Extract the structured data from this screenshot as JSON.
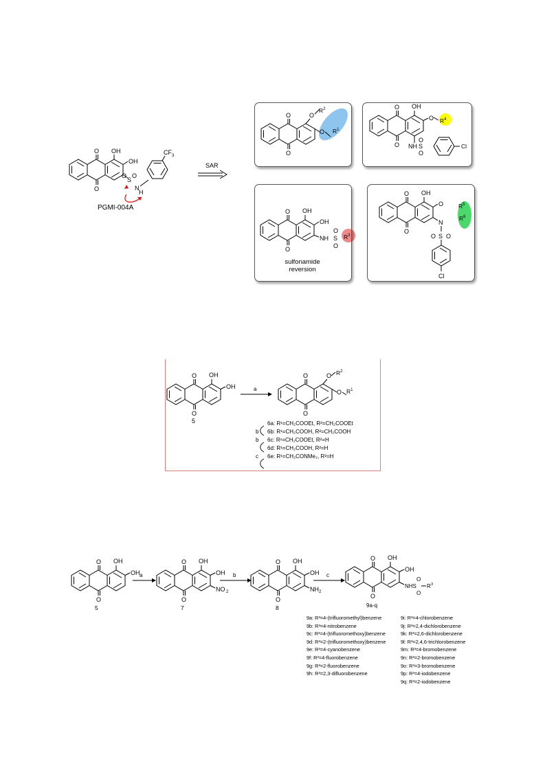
{
  "figure1": {
    "lead_compound": "PGMI-004A",
    "sar_label": "SAR",
    "panel_sulfonamide": "sulfonamide reversion",
    "panel_sulfonamide_line1": "sulfonamide",
    "panel_sulfonamide_line2": "reversion",
    "highlight_colors": {
      "R2_R1": "#8ec5ee",
      "R4": "#ffff00",
      "R3": "#f08a8a",
      "R5_R6": "#4cd96b"
    }
  },
  "scheme1": {
    "start": "5",
    "reagent_a": "a",
    "products": [
      {
        "step": "",
        "text": "6a: R¹=CH₂COOEt, R²=CH₂COOEt"
      },
      {
        "step": "b",
        "text": "6b: R¹=CH₂COOH,  R²=CH₂COOH"
      },
      {
        "step": "b",
        "text": "6c: R¹=CH₂COOEt, R²=H"
      },
      {
        "step": "",
        "text": "6d: R¹=CH₂COOH, R²=H"
      },
      {
        "step": "c",
        "text": "6e: R¹=CH₂CONMe₂, R²=H"
      }
    ],
    "border_color": "#d98080"
  },
  "scheme2": {
    "compounds": [
      "5",
      "7",
      "8",
      "9a-q"
    ],
    "reagents": [
      "a",
      "b",
      "c"
    ],
    "list_left": [
      "9a: R³=4-(trifluoromethyl)benzene",
      "9b: R³=4-nitrobenzene",
      "9c: R³=4-(trifluoromethoxy)benzene",
      "9d: R³=2-(trifluoromethoxy)benzene",
      "9e: R³=4-cyanobenzene",
      "9f: R³=4-fluorobenzene",
      "9g: R³=2-fluorobenzene",
      "9h: R³=2,3-difluorobenzene"
    ],
    "list_right": [
      "9i: R³=4-chlorobenzene",
      "9j: R³=2,4-dichlorobenzene",
      "9k: R³=2,6-dichlorobenzene",
      "9l: R³=2,4,6-trichlorobenzene",
      "9m: R³=4-bromobenzene",
      "9n: R³=2-bromobenzene",
      "9o: R³=3-bromobenzene",
      "9p: R³=4-iodobenzene",
      "9q: R³=2-iodobenzene"
    ]
  }
}
